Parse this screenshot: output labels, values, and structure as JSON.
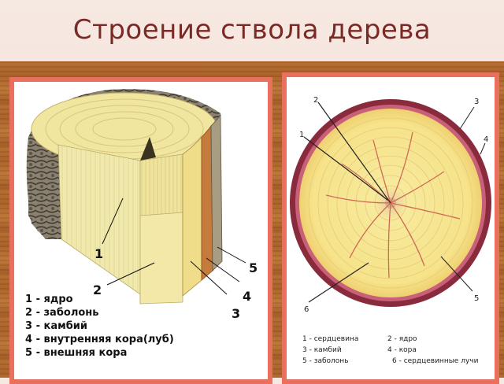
{
  "title": "Строение ствола дерева",
  "left_diagram": {
    "callouts": [
      "1",
      "2",
      "3",
      "4",
      "5"
    ],
    "legend": [
      "1 - ядро",
      "2 - заболонь",
      "3 - камбий",
      "4 - внутренняя кора(луб)",
      "5 - внешняя кора"
    ]
  },
  "right_diagram": {
    "callouts": [
      "1",
      "2",
      "3",
      "4",
      "5",
      "6"
    ],
    "legend": [
      "1 - сердцевина",
      "2 - ядро",
      "3 - камбий",
      "4 - кора",
      "5 - заболонь",
      "6 - сердцевинные лучи"
    ]
  },
  "colors": {
    "title": "#7a2a26",
    "frame_border": "#e8705d",
    "wood": "#b2692c"
  }
}
